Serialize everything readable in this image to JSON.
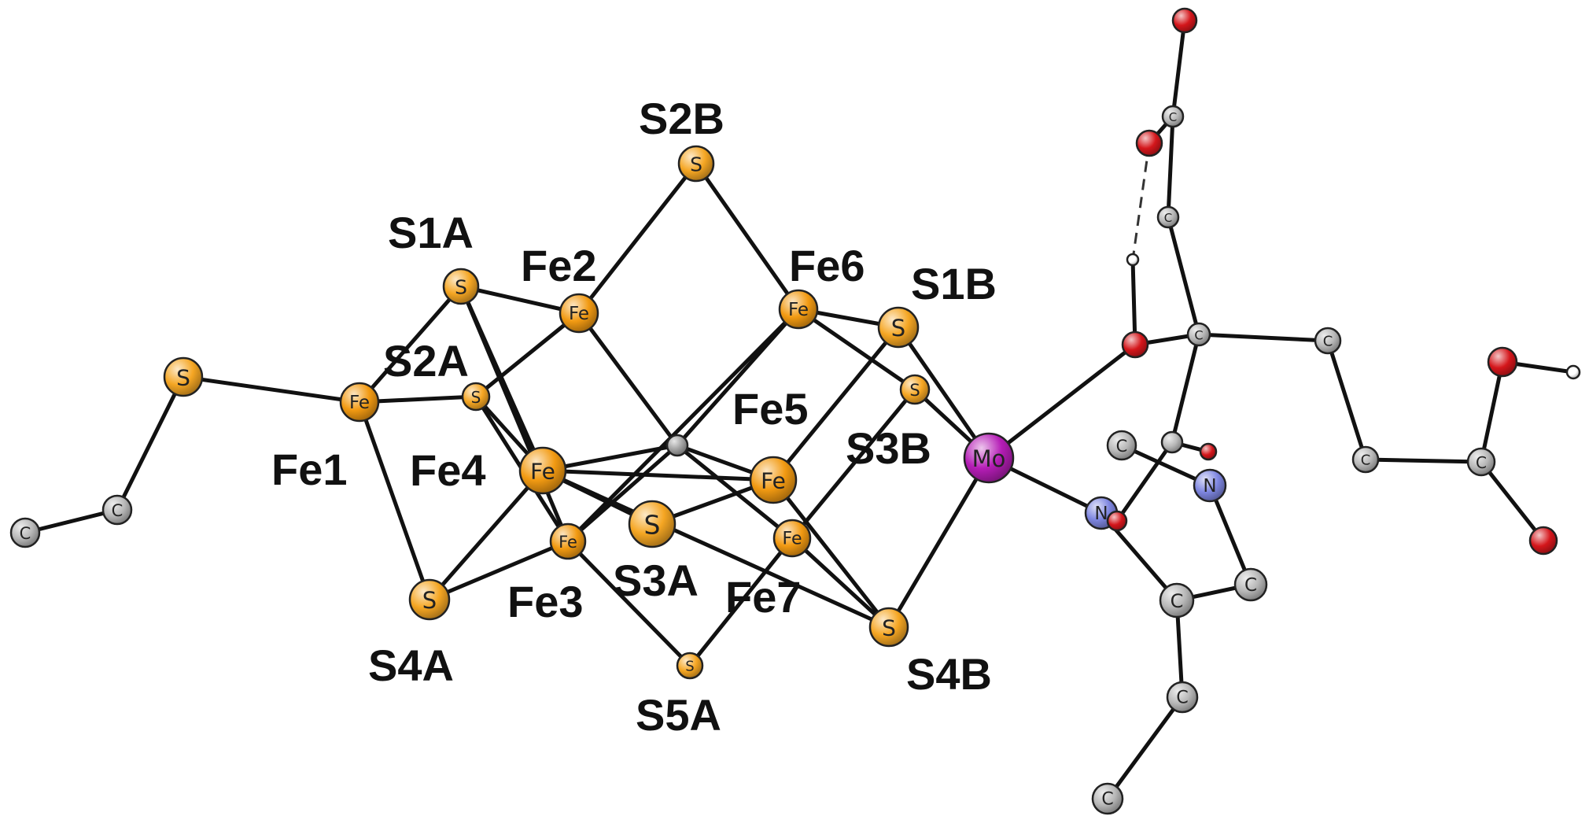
{
  "colors": {
    "S": "#f5a623",
    "Fe": "#f29a12",
    "Mo": "#b51db6",
    "N": "#7e86e0",
    "O": "#d4161b",
    "C": "#b8b8b8",
    "H": "#ffffff",
    "X": "#a0a0a0"
  },
  "atoms": [
    {
      "id": "S2B",
      "el": "S",
      "sym": "S"
    },
    {
      "id": "S1A",
      "el": "S",
      "sym": "S"
    },
    {
      "id": "Fe2",
      "el": "Fe",
      "sym": "Fe"
    },
    {
      "id": "Fe6",
      "el": "Fe",
      "sym": "Fe"
    },
    {
      "id": "S1B",
      "el": "S",
      "sym": "S"
    },
    {
      "id": "S_term",
      "el": "S",
      "sym": "S"
    },
    {
      "id": "Fe1",
      "el": "Fe",
      "sym": "Fe"
    },
    {
      "id": "S2A",
      "el": "S",
      "sym": "S"
    },
    {
      "id": "S3B",
      "el": "S",
      "sym": "S"
    },
    {
      "id": "Mo",
      "el": "Mo",
      "sym": "Mo"
    },
    {
      "id": "X",
      "el": "X",
      "sym": ""
    },
    {
      "id": "Fe4",
      "el": "Fe",
      "sym": "Fe"
    },
    {
      "id": "Fe5",
      "el": "Fe",
      "sym": "Fe"
    },
    {
      "id": "S3A",
      "el": "S",
      "sym": "S"
    },
    {
      "id": "Fe3",
      "el": "Fe",
      "sym": "Fe"
    },
    {
      "id": "Fe7",
      "el": "Fe",
      "sym": "Fe"
    },
    {
      "id": "S4A",
      "el": "S",
      "sym": "S"
    },
    {
      "id": "S4B",
      "el": "S",
      "sym": "S"
    },
    {
      "id": "S5A",
      "el": "S",
      "sym": "S"
    },
    {
      "id": "Ccys1",
      "el": "C",
      "sym": "C"
    },
    {
      "id": "Ccys2",
      "el": "C",
      "sym": "C"
    },
    {
      "id": "O_top",
      "el": "O",
      "sym": ""
    },
    {
      "id": "C_top",
      "el": "C",
      "sym": "C"
    },
    {
      "id": "O_mid",
      "el": "O",
      "sym": ""
    },
    {
      "id": "C_mid",
      "el": "C",
      "sym": "C"
    },
    {
      "id": "H_o",
      "el": "H",
      "sym": ""
    },
    {
      "id": "O_mo",
      "el": "O",
      "sym": ""
    },
    {
      "id": "C_quat",
      "el": "C",
      "sym": "C"
    },
    {
      "id": "C_r1",
      "el": "C",
      "sym": "C"
    },
    {
      "id": "C_r2",
      "el": "C",
      "sym": "C"
    },
    {
      "id": "C_r3",
      "el": "C",
      "sym": "C"
    },
    {
      "id": "O_r1",
      "el": "O",
      "sym": ""
    },
    {
      "id": "H_r",
      "el": "H",
      "sym": ""
    },
    {
      "id": "O_r2",
      "el": "O",
      "sym": ""
    },
    {
      "id": "C_low",
      "el": "C",
      "sym": ""
    },
    {
      "id": "O_low",
      "el": "O",
      "sym": ""
    },
    {
      "id": "C_ring1",
      "el": "C",
      "sym": "C"
    },
    {
      "id": "N1",
      "el": "N",
      "sym": "N"
    },
    {
      "id": "N2",
      "el": "N",
      "sym": "N"
    },
    {
      "id": "O_behind",
      "el": "O",
      "sym": ""
    },
    {
      "id": "C_ring2",
      "el": "C",
      "sym": "C"
    },
    {
      "id": "C_ring3",
      "el": "C",
      "sym": "C"
    },
    {
      "id": "C_b1",
      "el": "C",
      "sym": "C"
    },
    {
      "id": "C_b2",
      "el": "C",
      "sym": "C"
    }
  ],
  "bonds": [
    [
      "S2B",
      "Fe2"
    ],
    [
      "S2B",
      "Fe6"
    ],
    [
      "S1A",
      "Fe2"
    ],
    [
      "S1A",
      "Fe1"
    ],
    [
      "S1A",
      "Fe4"
    ],
    [
      "S1A",
      "Fe3"
    ],
    [
      "S2A",
      "Fe1"
    ],
    [
      "S2A",
      "Fe2"
    ],
    [
      "S2A",
      "Fe4"
    ],
    [
      "S2A",
      "Fe3"
    ],
    [
      "Fe1",
      "S_term"
    ],
    [
      "Fe1",
      "S4A"
    ],
    [
      "S4A",
      "Fe4"
    ],
    [
      "S4A",
      "Fe3"
    ],
    [
      "Fe2",
      "X"
    ],
    [
      "Fe6",
      "X"
    ],
    [
      "Fe4",
      "X"
    ],
    [
      "Fe5",
      "X"
    ],
    [
      "Fe3",
      "X"
    ],
    [
      "Fe7",
      "X"
    ],
    [
      "Fe6",
      "S1B"
    ],
    [
      "Fe6",
      "S3B"
    ],
    [
      "Fe6",
      "Fe3"
    ],
    [
      "S1B",
      "Fe5"
    ],
    [
      "S1B",
      "Mo"
    ],
    [
      "S3B",
      "Fe7"
    ],
    [
      "S3B",
      "Mo"
    ],
    [
      "Fe4",
      "Fe5"
    ],
    [
      "Fe4",
      "S3A"
    ],
    [
      "S3A",
      "Fe5"
    ],
    [
      "Fe4",
      "S4B"
    ],
    [
      "Fe5",
      "S4B"
    ],
    [
      "Fe7",
      "S4B"
    ],
    [
      "S4B",
      "Mo"
    ],
    [
      "Fe3",
      "S5A"
    ],
    [
      "Fe7",
      "S5A"
    ],
    [
      "Mo",
      "O_mo"
    ],
    [
      "Mo",
      "N1"
    ],
    [
      "S_term",
      "Ccys2"
    ],
    [
      "Ccys2",
      "Ccys1"
    ],
    [
      "O_top",
      "C_top"
    ],
    [
      "C_top",
      "O_mid"
    ],
    [
      "C_top",
      "C_mid"
    ],
    [
      "C_mid",
      "C_quat"
    ],
    [
      "H_o",
      "O_mo"
    ],
    [
      "O_mo",
      "C_quat"
    ],
    [
      "C_quat",
      "C_r1"
    ],
    [
      "C_r1",
      "C_r2"
    ],
    [
      "C_r2",
      "C_r3"
    ],
    [
      "C_r3",
      "O_r1"
    ],
    [
      "O_r1",
      "H_r"
    ],
    [
      "C_r3",
      "O_r2"
    ],
    [
      "C_quat",
      "C_low"
    ],
    [
      "C_low",
      "O_low"
    ],
    [
      "C_low",
      "O_behind"
    ],
    [
      "C_ring1",
      "N2"
    ],
    [
      "N1",
      "C_ring2"
    ],
    [
      "N2",
      "C_ring3"
    ],
    [
      "C_ring3",
      "C_ring2"
    ],
    [
      "C_ring2",
      "C_b1"
    ],
    [
      "C_b1",
      "C_b2"
    ]
  ],
  "hbonds": [
    [
      "O_mid",
      "H_o"
    ]
  ],
  "labels": [
    {
      "id": "S2B",
      "text": "S2B"
    },
    {
      "id": "S1A",
      "text": "S1A"
    },
    {
      "id": "Fe2",
      "text": "Fe2"
    },
    {
      "id": "Fe6",
      "text": "Fe6"
    },
    {
      "id": "S1B",
      "text": "S1B"
    },
    {
      "id": "S2A",
      "text": "S2A"
    },
    {
      "id": "Fe5",
      "text": "Fe5"
    },
    {
      "id": "S3B",
      "text": "S3B"
    },
    {
      "id": "Fe1",
      "text": "Fe1"
    },
    {
      "id": "Fe4",
      "text": "Fe4"
    },
    {
      "id": "S3A",
      "text": "S3A"
    },
    {
      "id": "Fe3",
      "text": "Fe3"
    },
    {
      "id": "Fe7",
      "text": "Fe7"
    },
    {
      "id": "S4A",
      "text": "S4A"
    },
    {
      "id": "S4B",
      "text": "S4B"
    },
    {
      "id": "S5A",
      "text": "S5A"
    }
  ]
}
